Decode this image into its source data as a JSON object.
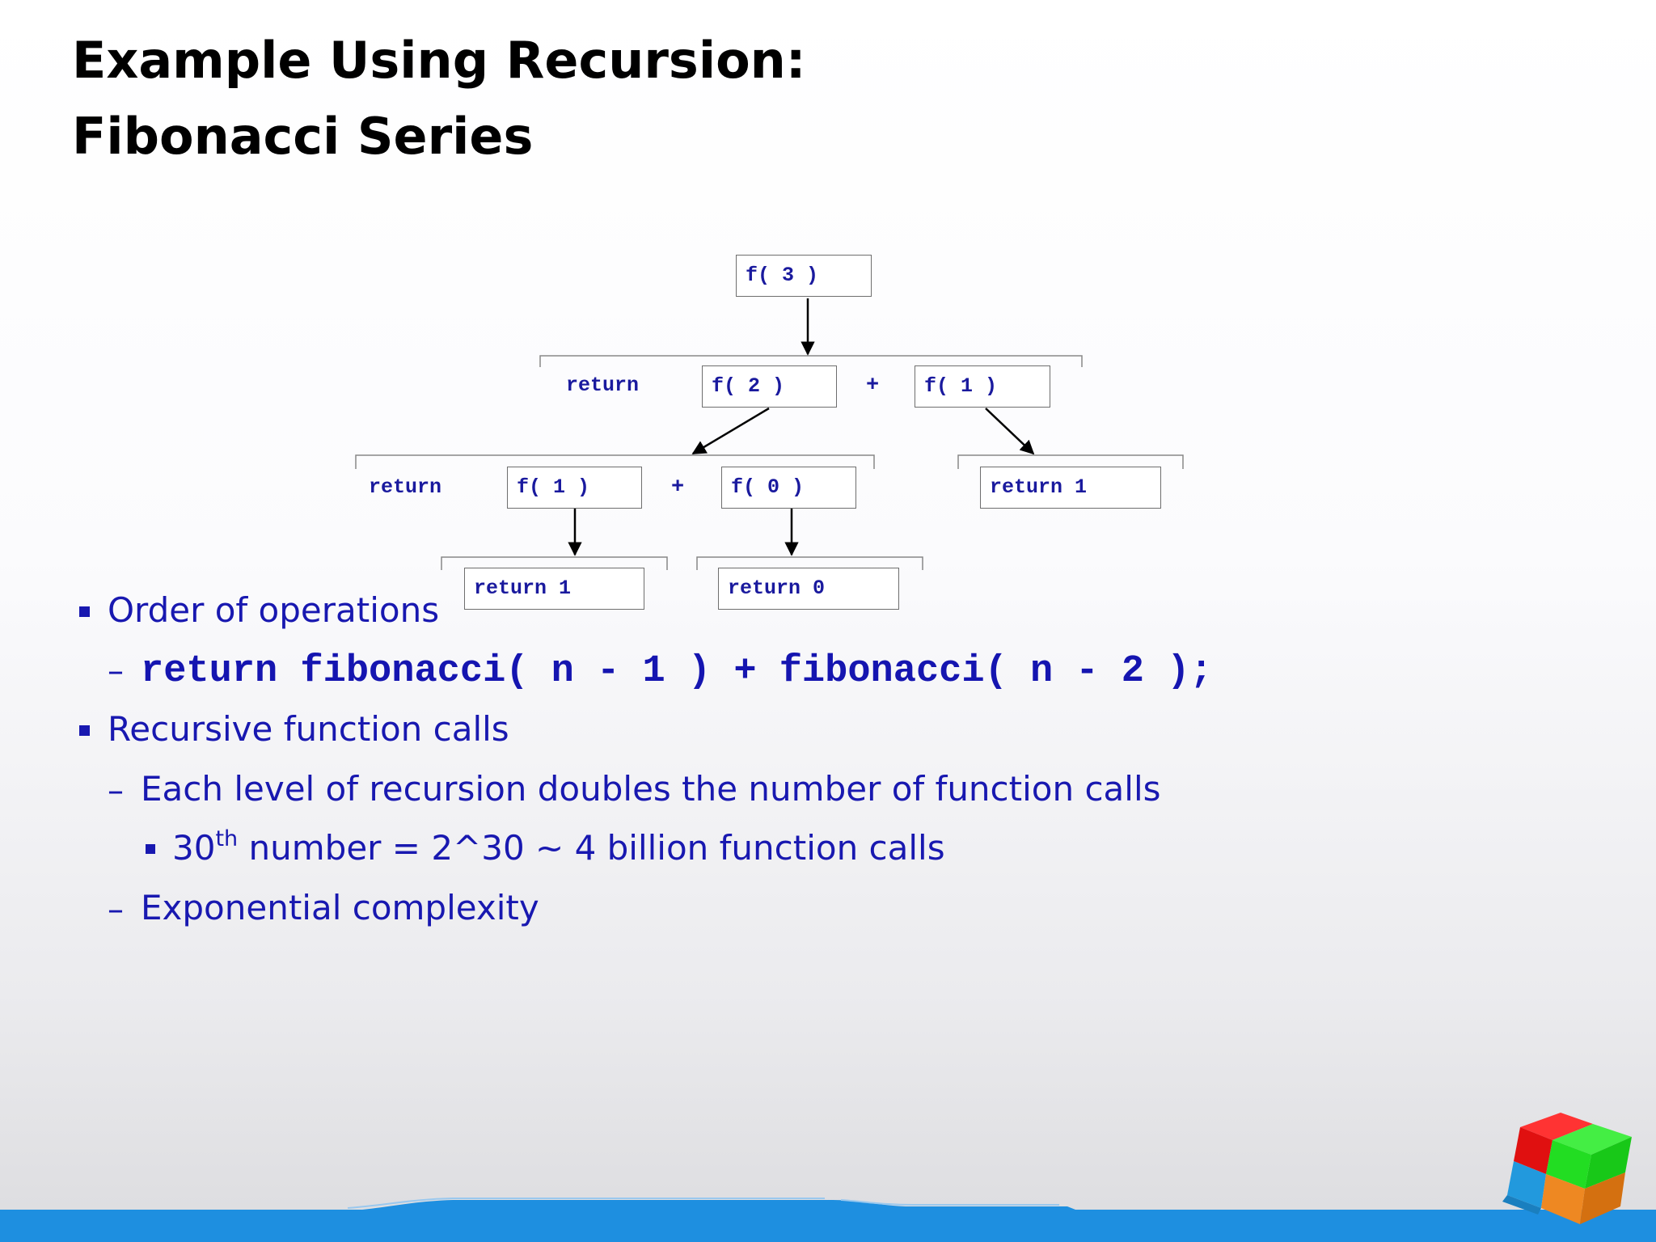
{
  "slide": {
    "title_line1": "Example Using Recursion:",
    "title_line2": "Fibonacci Series"
  },
  "diagram": {
    "root": "f( 3 )",
    "level1": {
      "return_label": "return",
      "left_call": "f( 2 )",
      "op": "+",
      "right_call": "f( 1 )"
    },
    "level2_left": {
      "return_label": "return",
      "left_call": "f( 1 )",
      "op": "+",
      "right_call": "f( 0 )"
    },
    "level2_right_return": "return 1",
    "level3_left_return": "return 1",
    "level3_right_return": "return 0"
  },
  "bullets": {
    "b1": "Order of operations",
    "b1_code": "return fibonacci( n - 1 ) + fibonacci( n - 2 );",
    "b2": "Recursive function calls",
    "b2_sub1": "Each level of recursion doubles the number of function calls",
    "b2_sub1_item_num": "30",
    "b2_sub1_item_sup": "th",
    "b2_sub1_item_rest": " number = 2^30 ~ 4 billion function calls",
    "b2_sub2": "Exponential complexity",
    "dash": "–"
  },
  "colors": {
    "text_blue": "#1818b0",
    "footer_blue": "#1e8fe0",
    "logo": [
      "#ee2222",
      "#22dd22",
      "#22aaee",
      "#ee8822"
    ]
  }
}
